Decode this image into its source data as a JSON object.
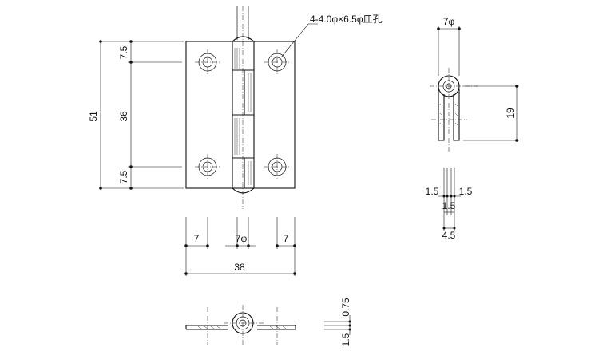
{
  "note": {
    "hole_spec": "4-4.0φ×6.5φ皿孔"
  },
  "dimensions": {
    "total_height": "51",
    "top_margin": "7.5",
    "hole_pitch": "36",
    "bottom_margin": "7.5",
    "left_hole_offset": "7",
    "knuckle_dia": "7φ",
    "right_hole_offset": "7",
    "total_width": "38",
    "side_knuckle_dia": "7φ",
    "side_height": "19",
    "side_left_thick": "1.5",
    "side_right_thick": "1.5",
    "side_gap": "1.5",
    "side_total": "4.5",
    "bottom_gap": "0.75",
    "bottom_thick": "1.5"
  }
}
